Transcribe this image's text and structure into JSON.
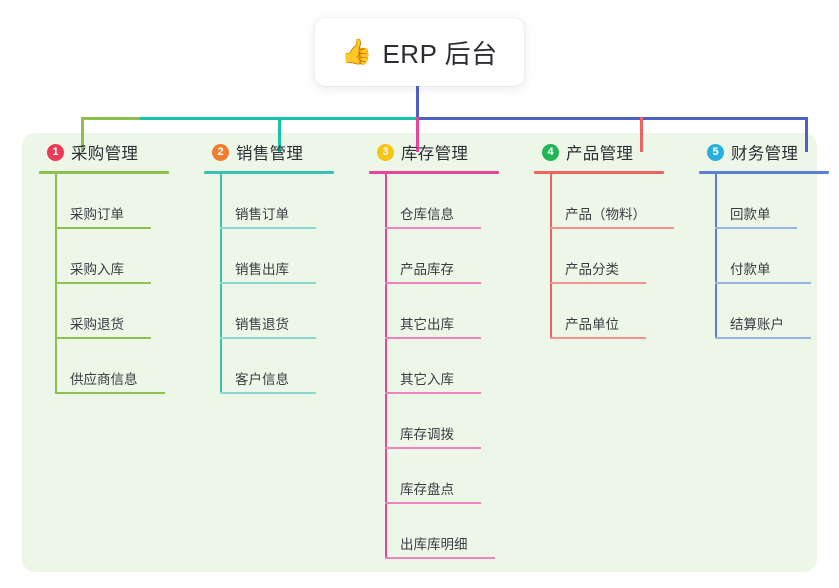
{
  "root": {
    "icon": "thumbs-up-icon",
    "emoji": "👍",
    "title": "ERP 后台"
  },
  "panel": {
    "background_color": "#edf7e8"
  },
  "connector": {
    "stem_color": "#4f61c4",
    "segment_colors": [
      "#8cc152",
      "#14c4ac",
      "#4f61c4"
    ],
    "drop_colors": [
      "#8cc152",
      "#14c4ac",
      "#e8449a",
      "#f0625f",
      "#4f61c4"
    ]
  },
  "columns": [
    {
      "number": "1",
      "title": "采购管理",
      "badge_color": "#ea3b55",
      "line_color": "#8cc152",
      "items": [
        {
          "label": "采购订单"
        },
        {
          "label": "采购入库"
        },
        {
          "label": "采购退货"
        },
        {
          "label": "供应商信息"
        }
      ]
    },
    {
      "number": "2",
      "title": "销售管理",
      "badge_color": "#ef7d30",
      "line_color": "#37c3b4",
      "items": [
        {
          "label": "销售订单"
        },
        {
          "label": "销售出库"
        },
        {
          "label": "销售退货"
        },
        {
          "label": "客户信息"
        }
      ]
    },
    {
      "number": "3",
      "title": "库存管理",
      "badge_color": "#f5c518",
      "line_color": "#e8449a",
      "items": [
        {
          "label": "仓库信息"
        },
        {
          "label": "产品库存"
        },
        {
          "label": "其它出库"
        },
        {
          "label": "其它入库"
        },
        {
          "label": "库存调拨"
        },
        {
          "label": "库存盘点"
        },
        {
          "label": "出库库明细"
        }
      ]
    },
    {
      "number": "4",
      "title": "产品管理",
      "badge_color": "#22b455",
      "line_color": "#f0625f",
      "items": [
        {
          "label": "产品（物料）"
        },
        {
          "label": "产品分类"
        },
        {
          "label": "产品单位"
        }
      ]
    },
    {
      "number": "5",
      "title": "财务管理",
      "badge_color": "#29aee0",
      "line_color": "#5b7fd4",
      "items": [
        {
          "label": "回款单"
        },
        {
          "label": "付款单"
        },
        {
          "label": "结算账户"
        }
      ]
    }
  ]
}
